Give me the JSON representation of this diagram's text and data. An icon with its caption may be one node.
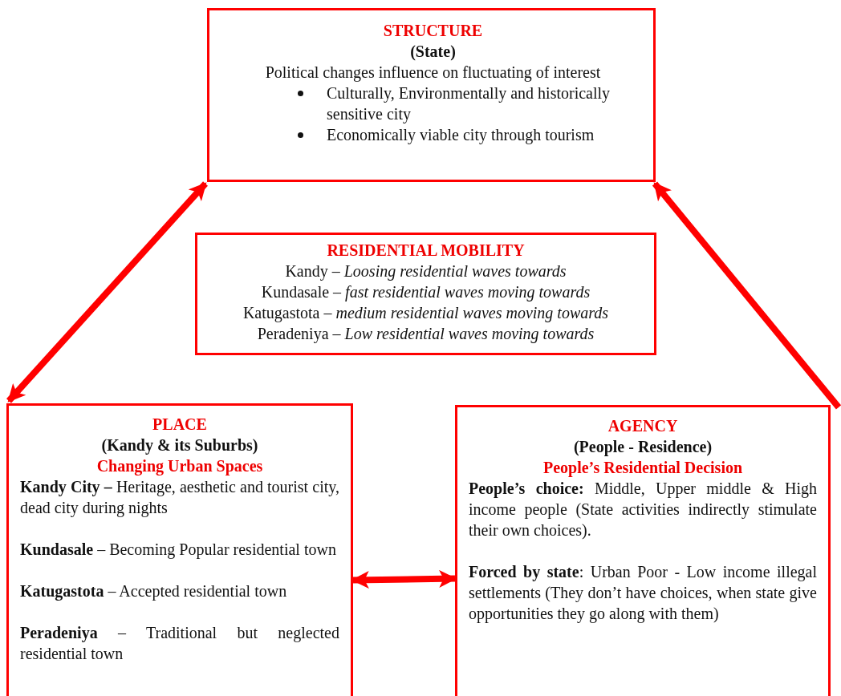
{
  "diagram": {
    "nodes": [
      {
        "text": [
          "STRUCTURE",
          "(State)",
          "Political changes influence on fluctuating of interest",
          "Culturally, Environmentally and historically sensitive city",
          "Economically viable city through tourism"
        ]
      },
      {
        "text": [
          "RESIDENTIAL MOBILITY",
          "Kandy – *Loosing residential waves towards*",
          "Kundasale – *fast residential waves moving towards*",
          "Katugastota – *medium residential waves moving towards*",
          "Peradeniya – *Low residential waves moving towards*"
        ]
      },
      {
        "text": [
          "PLACE",
          "(Kandy & its Suburbs)",
          "Changing Urban Spaces",
          "**Kandy City –** Heritage, aesthetic and tourist city, dead city during nights",
          "**Kundasale** – Becoming Popular residential town",
          "**Katugastota** – Accepted residential town",
          "**Peradeniya** – Traditional but neglected residential town"
        ]
      },
      {
        "text": [
          "AGENCY",
          "(People - Residence)",
          "People’s Residential Decision",
          "**People’s choice:** Middle, Upper middle & High income people (State activities indirectly stimulate their own choices).",
          "**Forced by state**: Urban Poor - Low income illegal settlements (They don’t have choices, when state give opportunities they go along with them)"
        ]
      }
    ],
    "edges": [
      {
        "from": 0,
        "to": 2,
        "arrow": "both"
      },
      {
        "from": 2,
        "to": 3,
        "arrow": "both"
      },
      {
        "from": 3,
        "to": 0,
        "arrow": "to"
      }
    ]
  }
}
